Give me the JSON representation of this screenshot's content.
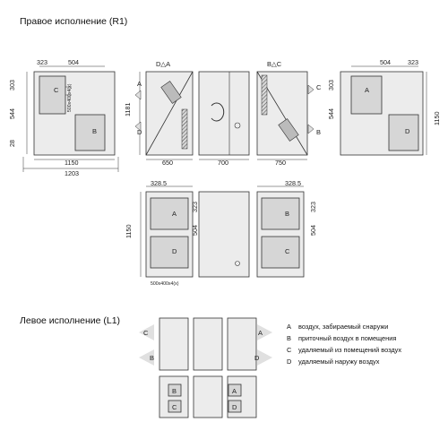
{
  "titles": {
    "right": "Правое исполнение (R1)",
    "left": "Левое исполнение (L1)"
  },
  "dims": {
    "d323": "323",
    "d504": "504",
    "d303": "303",
    "d544": "544",
    "d28": "28",
    "d1150": "1150",
    "d1203": "1203",
    "d1181": "1181",
    "d650": "650",
    "d700": "700",
    "d750": "750",
    "d3285": "328.5",
    "port_size": "500x400x4(x)"
  },
  "flow_top_left": "D△A",
  "flow_top_right": "B△C",
  "letters": {
    "a": "A",
    "b": "B",
    "c": "C",
    "d": "D"
  },
  "legend": [
    {
      "key": "A",
      "text": "воздух, забираемый снаружи"
    },
    {
      "key": "B",
      "text": "приточный воздух в помещения"
    },
    {
      "key": "C",
      "text": "удаляемый из помещений воздух"
    },
    {
      "key": "D",
      "text": "удаляемый наружу воздух"
    }
  ]
}
